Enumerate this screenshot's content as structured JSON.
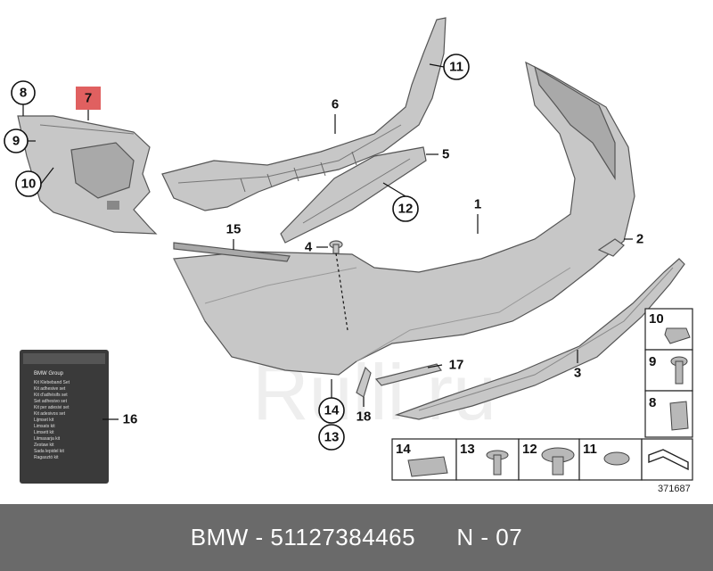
{
  "diagram": {
    "callouts": {
      "c1": "1",
      "c2": "2",
      "c3": "3",
      "c4": "4",
      "c5": "5",
      "c6": "6",
      "c7": "7",
      "c8": "8",
      "c9": "9",
      "c10": "10",
      "c11": "11",
      "c12": "12",
      "c13": "13",
      "c14": "14",
      "c15": "15",
      "c16": "16",
      "c17": "17",
      "c18": "18"
    },
    "highlight_color": "#e06060",
    "legend": {
      "right": [
        "10",
        "9",
        "8"
      ],
      "bottom": [
        "14",
        "13",
        "12",
        "11"
      ]
    },
    "diagram_number": "371687",
    "kit_brand": "BMW Group",
    "kit_lines": [
      "Kit Klebeband Set",
      "Kit adhesive set",
      "Kit d'adhésifs set",
      "Set adhesivo set",
      "Kit per adesivi set",
      "Kit adesivos set",
      "Lijmset kit",
      "Limsats kit",
      "Limsett kit",
      "Liimasarja kit",
      "Zestaw kit",
      "Sada lepidel kit",
      "Ragasztó kit"
    ]
  },
  "watermark": "Rulli.ru",
  "footer": {
    "brand": "BMW",
    "part_number": "51127384465",
    "diagram_ref": "N - 07",
    "text": "BMW - 51127384465      N - 07"
  }
}
